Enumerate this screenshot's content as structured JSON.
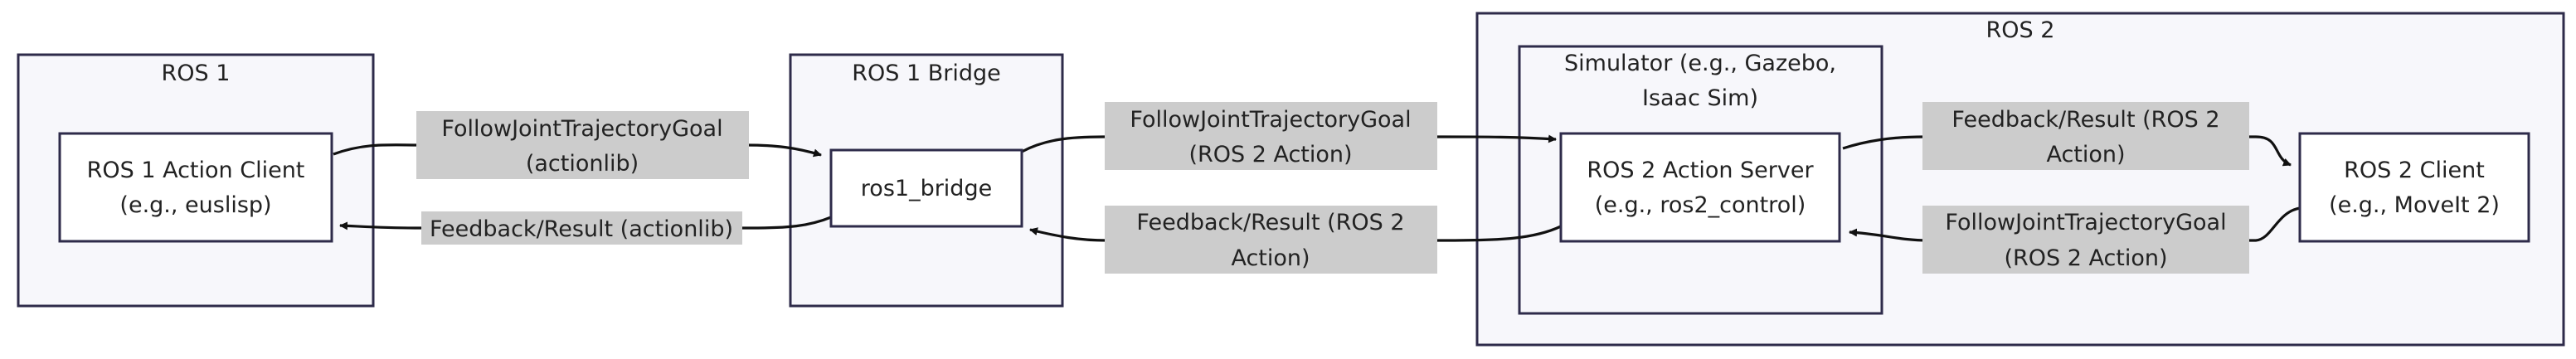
{
  "clusters": {
    "ros1": {
      "title": "ROS 1"
    },
    "bridge": {
      "title": "ROS 1 Bridge"
    },
    "ros2": {
      "title": "ROS 2"
    },
    "simulator": {
      "title_line1": "Simulator (e.g., Gazebo,",
      "title_line2": "Isaac Sim)"
    }
  },
  "nodes": {
    "action_client": {
      "line1": "ROS 1 Action Client",
      "line2": "(e.g., euslisp)"
    },
    "ros1_bridge": {
      "line1": "ros1_bridge"
    },
    "action_server": {
      "line1": "ROS 2 Action Server",
      "line2": "(e.g., ros2_control)"
    },
    "ros2_client": {
      "line1": "ROS 2 Client",
      "line2": "(e.g., MoveIt 2)"
    }
  },
  "edges": {
    "client_to_bridge": {
      "line1": "FollowJointTrajectoryGoal",
      "line2": "(actionlib)"
    },
    "bridge_to_client": {
      "line1": "Feedback/Result (actionlib)"
    },
    "bridge_to_server": {
      "line1": "FollowJointTrajectoryGoal",
      "line2": "(ROS 2 Action)"
    },
    "server_to_bridge": {
      "line1": "Feedback/Result (ROS 2",
      "line2": "Action)"
    },
    "server_to_ros2client": {
      "line1": "Feedback/Result (ROS 2",
      "line2": "Action)"
    },
    "ros2client_to_server": {
      "line1": "FollowJointTrajectoryGoal",
      "line2": "(ROS 2 Action)"
    }
  },
  "colors": {
    "cluster_fill": "#f7f7fb",
    "border": "#2e2b4a",
    "edge_label_bg": "#cccccc"
  }
}
